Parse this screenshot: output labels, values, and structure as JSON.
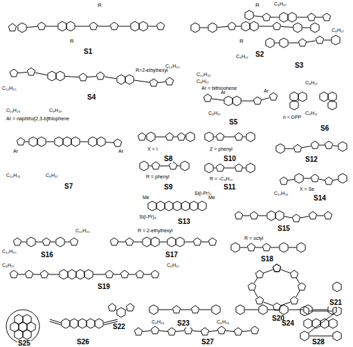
{
  "diagram": {
    "labels": [
      "S1",
      "R",
      "R",
      "S2",
      "R",
      "R",
      "C₈H₁₇",
      "C₈H₁₇",
      "C₈H₁₇",
      "S3",
      "R=2-ethylhexyl",
      "C₁₂H₂₅",
      "C₁₂H₂₅",
      "S4",
      "C₁₀H₂₁",
      "C₈H₁₇",
      "Ar = bithiophene",
      "Ar",
      "Ar",
      "C₈H₁₇",
      "S5",
      "C₈H₁₇",
      "C₈H₁₇",
      "n = DPP",
      "S6",
      "C₁₁H₂₃",
      "C₉H₁₉",
      "Ar = naphtho[2,3-b]thiophene",
      "Ar",
      "Ar",
      "C₁₀H₂₁",
      "C₈H₁₇",
      "S7",
      "X = I",
      "S8",
      "R = phenyl",
      "S9",
      "Z = phenyl",
      "S10",
      "R = -C₈H₁₇",
      "S11",
      "S12",
      "Si(i-Pr)₃",
      "Si(i-Pr)₃",
      "Me",
      "Me",
      "S13",
      "C₁₀H₂₁",
      "X = Se",
      "S14",
      "S15",
      "C₁₂H₂₅",
      "C₁₂H₂₅",
      "S16",
      "R = 2-ethylhexyl",
      "S17",
      "R = octyl",
      "S18",
      "C₈H₁₇",
      "C₈H₁₇",
      "S19",
      "S20",
      "S21",
      "S22",
      "S23",
      "S24",
      "S25",
      "S26",
      "S27",
      "C₆H₁₃",
      "C₆H₁₃",
      "S28"
    ]
  }
}
